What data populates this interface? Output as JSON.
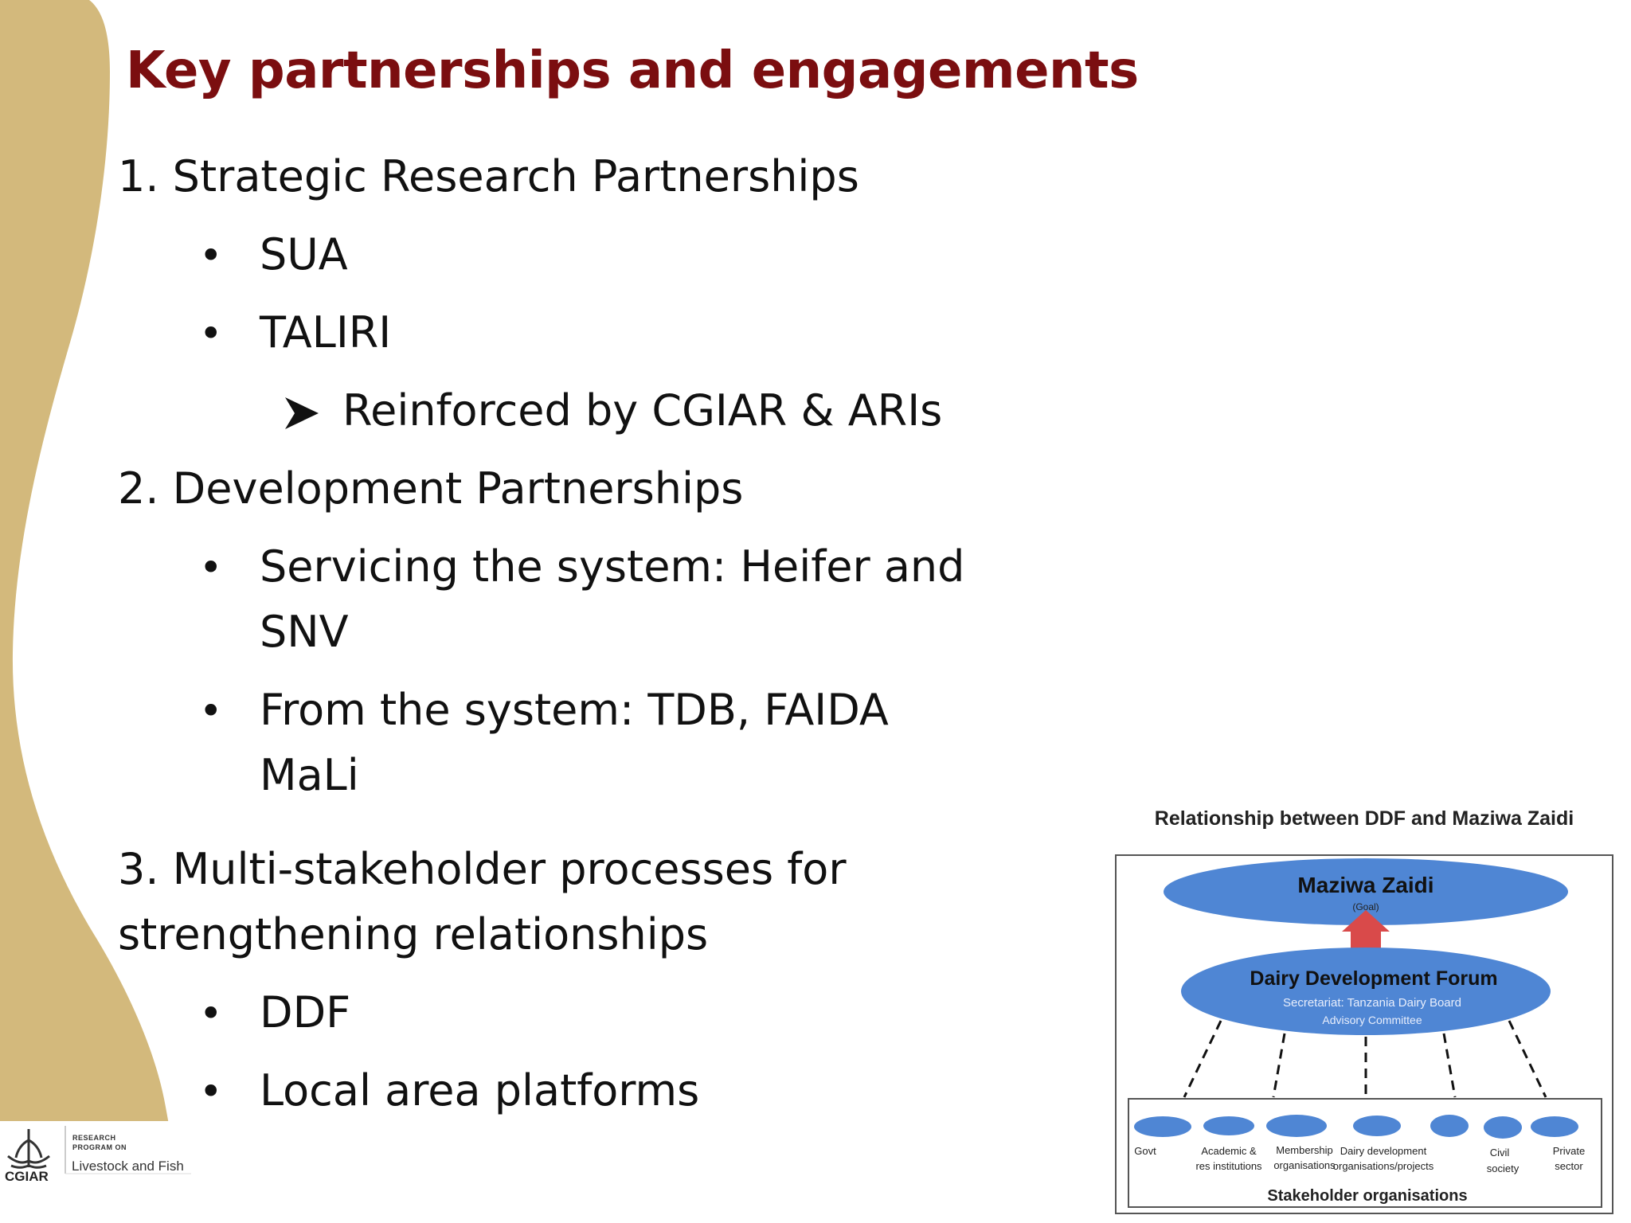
{
  "slide": {
    "title": "Key partnerships and engagements",
    "sections": [
      {
        "heading": "1. Strategic Research Partnerships",
        "bullets": [
          "SUA",
          "TALIRI"
        ],
        "sub_bullets": [
          "Reinforced by CGIAR & ARIs"
        ]
      },
      {
        "heading": "2. Development Partnerships",
        "bullets": [
          {
            "line1": "Servicing the system: Heifer and",
            "line2": "SNV"
          },
          {
            "line1": "From the system: TDB, FAIDA",
            "line2": "MaLi"
          }
        ]
      },
      {
        "heading_line1": "3. Multi-stakeholder processes for",
        "heading_line2": "strengthening relationships",
        "bullets": [
          "DDF",
          "Local area platforms"
        ]
      }
    ]
  },
  "logo": {
    "line1": "RESEARCH",
    "line2": "PROGRAM ON",
    "line3": "Livestock and Fish",
    "org": "CGIAR"
  },
  "diagram": {
    "title": "Relationship between DDF and Maziwa Zaidi",
    "goal_label": "Maziwa Zaidi",
    "goal_sub": "(Goal)",
    "forum_label": "Dairy Development Forum",
    "forum_sub1": "Secretariat: Tanzania Dairy Board",
    "forum_sub2": "Advisory Committee",
    "stakeholders": [
      {
        "line1": "Govt",
        "line2": ""
      },
      {
        "line1": "Academic &",
        "line2": "res institutions"
      },
      {
        "line1": "Membership",
        "line2": "organisations"
      },
      {
        "line1": "Dairy development",
        "line2": "organisations/projects"
      },
      {
        "line1": "Civil",
        "line2": "society"
      },
      {
        "line1": "Private",
        "line2": "sector"
      }
    ],
    "footer": "Stakeholder organisations",
    "colors": {
      "ellipse": "#4f86d4",
      "arrow": "#d94a4a"
    }
  },
  "colors": {
    "title": "#7b0e10",
    "band": "#d3b97c"
  }
}
